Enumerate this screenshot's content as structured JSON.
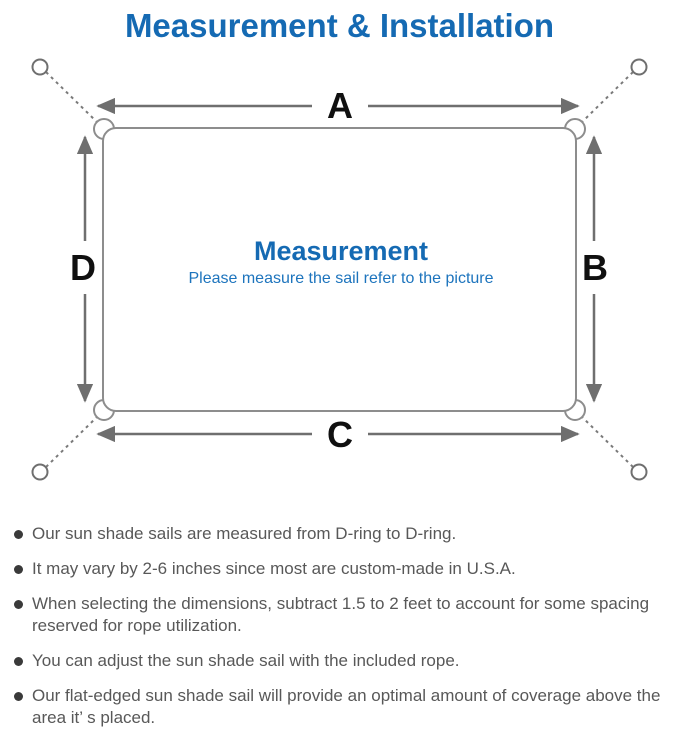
{
  "title": "Measurement & Installation",
  "diagram": {
    "center_title": "Measurement",
    "center_subtitle": "Please measure the sail refer to the picture",
    "labels": {
      "top": "A",
      "right": "B",
      "bottom": "C",
      "left": "D"
    },
    "colors": {
      "heading_blue": "#156ab3",
      "subtitle_blue": "#1d74bd",
      "line_gray": "#6f6f6f",
      "outline_gray": "#8d8d8d",
      "label_black": "#101010"
    }
  },
  "notes": {
    "text_color": "#585858",
    "items": [
      "Our sun shade sails are measured from D-ring to D-ring.",
      "It may vary by 2-6 inches since most are custom-made in U.S.A.",
      "When selecting the dimensions, subtract 1.5 to 2 feet to account for some spacing reserved for rope utilization.",
      "You can adjust the sun shade sail with the included rope.",
      "Our flat-edged sun shade sail will provide an optimal amount of coverage above the area it’ s placed."
    ]
  }
}
